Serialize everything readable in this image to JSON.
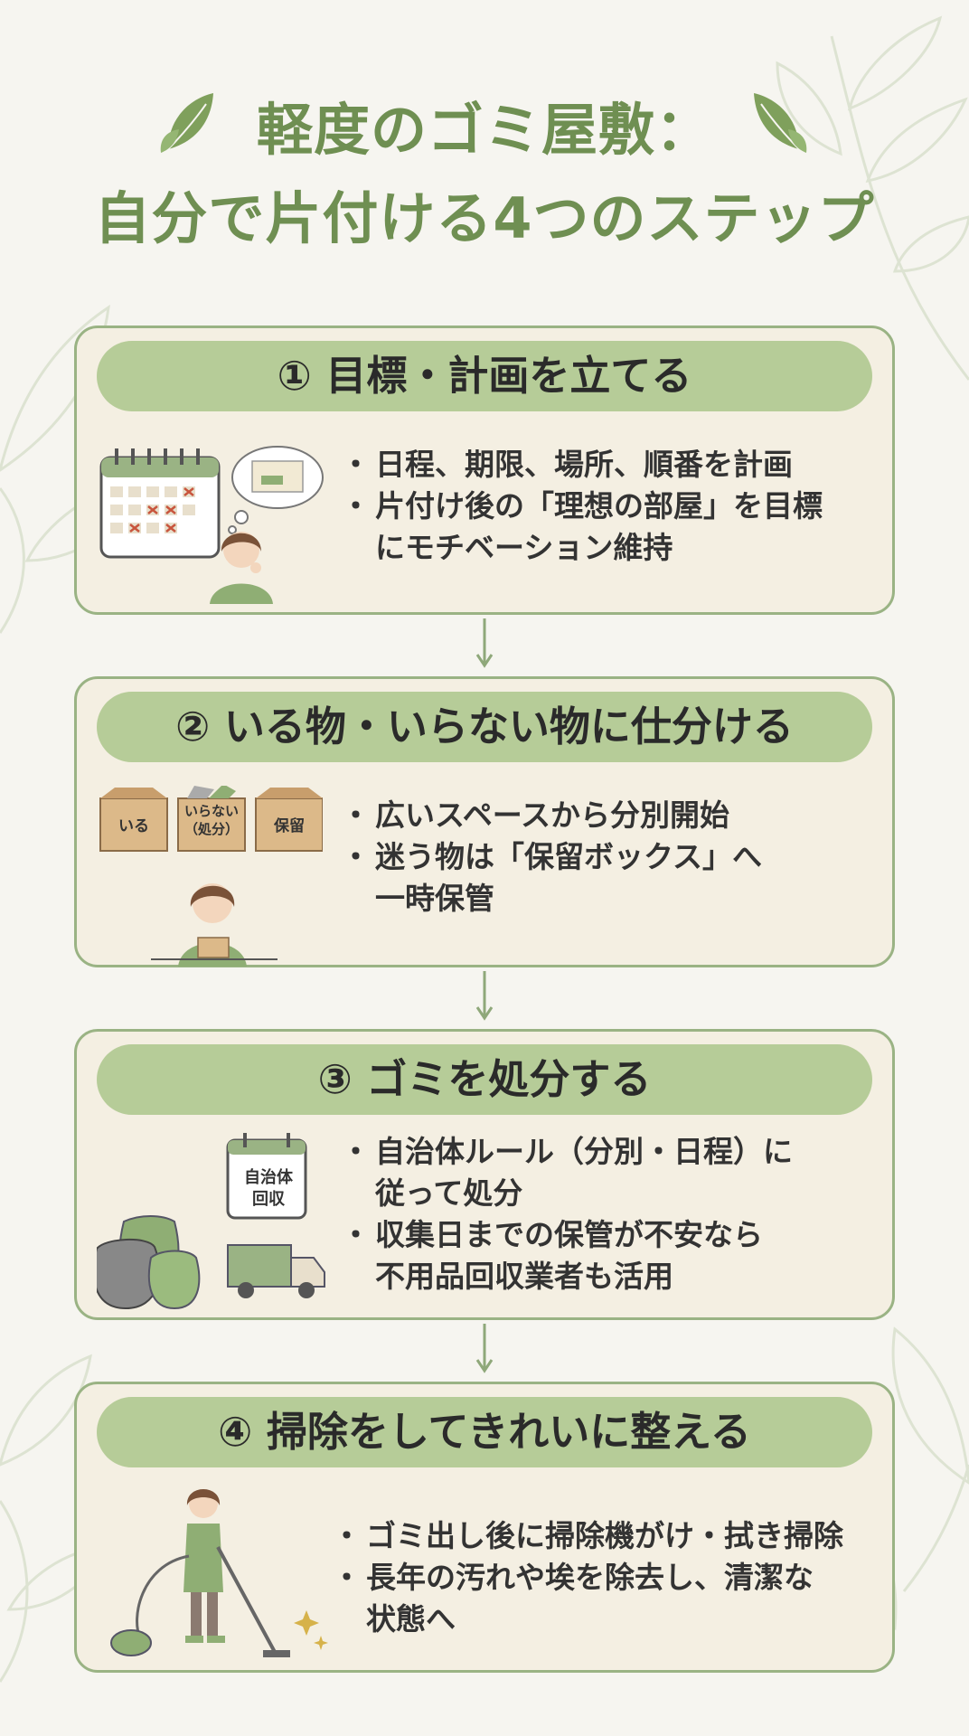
{
  "title": {
    "line1": "軽度のゴミ屋敷：",
    "line2": "自分で片付ける4つのステップ"
  },
  "steps": [
    {
      "heading": "① 目標・計画を立てる",
      "bullets": [
        "日程、期限、場所、順番を計画",
        "片付け後の「理想の部屋」を目標",
        "にモチベーション維持"
      ]
    },
    {
      "heading": "② いる物・いらない物に仕分ける",
      "bullets": [
        "広いスペースから分別開始",
        "迷う物は「保留ボックス」へ",
        "一時保管"
      ],
      "boxes": [
        "いる",
        "いらない",
        "（処分）",
        "保留"
      ]
    },
    {
      "heading": "③ ゴミを処分する",
      "bullets": [
        "自治体ルール（分別・日程）に",
        "従って処分",
        "収集日までの保管が不安なら",
        "不用品回収業者も活用"
      ],
      "calendar_label": [
        "自治体",
        "回収"
      ]
    },
    {
      "heading": "④ 掃除をしてきれいに整える",
      "bullets": [
        "ゴミ出し後に掃除機がけ・拭き掃除",
        "長年の汚れや埃を除去し、清潔な",
        "状態へ"
      ]
    }
  ],
  "colors": {
    "accent": "#6f8f52",
    "header": "#b6cc98",
    "card": "#f4efe2",
    "border": "#9ab384"
  }
}
